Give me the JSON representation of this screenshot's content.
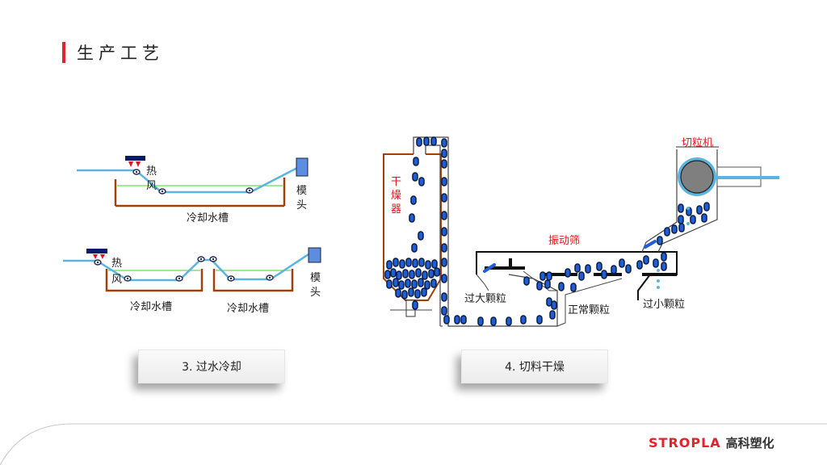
{
  "header": {
    "title": "生产工艺"
  },
  "diagram_cooling": {
    "top": {
      "hot_air_label_1": "热",
      "hot_air_label_2": "风",
      "tank_label": "冷却水槽",
      "die_label_1": "模",
      "die_label_2": "头"
    },
    "bottom": {
      "hot_air_label_1": "热",
      "hot_air_label_2": "风",
      "tank_label_1": "冷却水槽",
      "tank_label_2": "冷却水槽",
      "die_label_1": "模",
      "die_label_2": "头"
    },
    "caption": "3. 过水冷却"
  },
  "diagram_pelletizing": {
    "dryer_label": [
      "干",
      "燥",
      "器"
    ],
    "screen_label": "振动筛",
    "cutter_label": "切粒机",
    "oversize_label": "过大颗粒",
    "normal_label": "正常颗粒",
    "undersize_label": "过小颗粒",
    "caption": "4. 切料干燥"
  },
  "footer": {
    "brand_en": "STROPLA",
    "brand_cn": "高科塑化"
  },
  "colors": {
    "accent": "#e0232d",
    "strand": "#5bb4e0",
    "tank": "#a0410d",
    "water": "#66dd55",
    "pellet": "#1f5fd6",
    "nozzle": "#0a1a6b",
    "die": "#5b8ee0"
  }
}
